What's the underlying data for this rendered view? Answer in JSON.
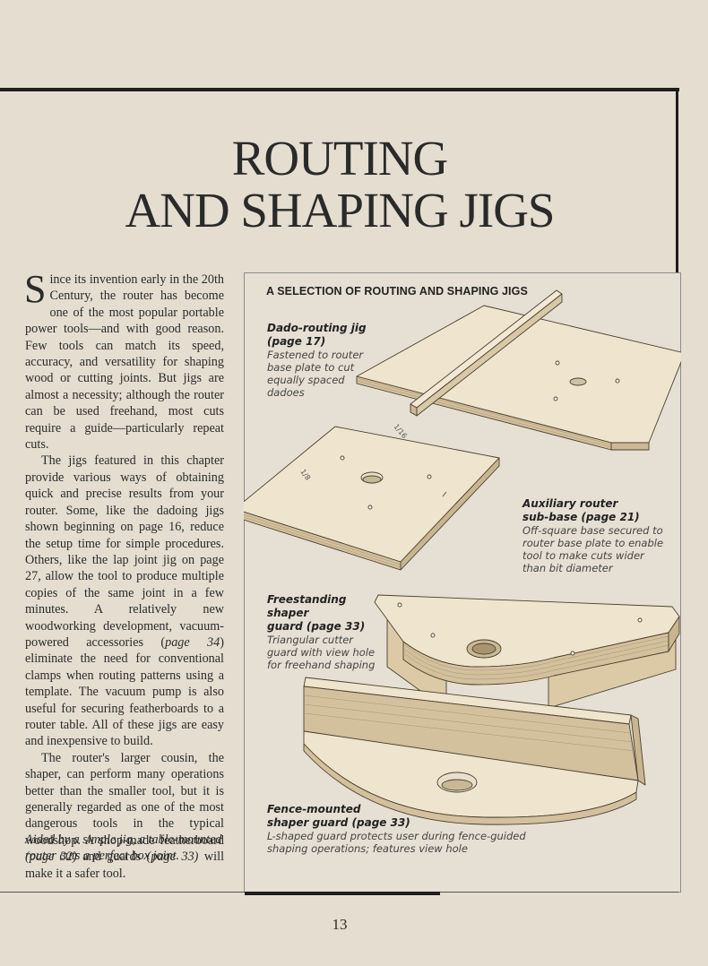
{
  "title": {
    "line1": "ROUTING",
    "line2": "AND SHAPING JIGS"
  },
  "body": {
    "dropcap": "S",
    "p1": "ince its invention early in the 20th Century, the router has become one of the most popular portable power tools—and with good reason. Few tools can match its speed, accuracy, and versatility for shaping wood or cutting joints. But jigs are almost a necessity; although the router can be used freehand, most cuts require a guide—particularly repeat cuts.",
    "p2a": "The jigs featured in this chapter provide various ways of obtaining quick and precise results from your router. Some, like the dadoing jigs shown beginning on page 16, reduce the setup time for simple procedures. Others, like the lap joint jig on page 27, allow the tool to produce multiple copies of the same joint in a few minutes. A relatively new woodworking development, vacuum-powered accessories (",
    "p2_ref": "page 34",
    "p2b": ") eliminate the need for conventional clamps when routing patterns using a template. The vacuum pump is also useful for securing featherboards to a router table. All of these jigs are easy and inexpensive to build.",
    "p3a": "The router's larger cousin, the shaper, can perform many operations better than the smaller tool, but it is generally regarded as one of the most dangerous tools in the typical woodshop. A shop-made featherboard ",
    "p3_ref1": "(page 32)",
    "p3b": " and guards ",
    "p3_ref2": "(page 33)",
    "p3c": " will make it a safer tool."
  },
  "caption": "Aided by a simple jig, a table-mounted router cuts a perfect box joint.",
  "figure": {
    "heading": "A SELECTION OF ROUTING AND SHAPING JIGS",
    "labels": [
      {
        "title": "Dado-routing jig",
        "ref": "(page 17)",
        "desc": "Fastened to router base plate to cut equally spaced dadoes"
      },
      {
        "title": "Auxiliary router",
        "ref": "sub-base (page 21)",
        "desc": "Off-square base secured to router base plate to enable tool to make cuts wider than bit diameter"
      },
      {
        "title": "Freestanding shaper",
        "ref": "guard (page 33)",
        "desc": "Triangular cutter guard with view hole for freehand shaping"
      },
      {
        "title": "Fence-mounted",
        "ref": "shaper guard (page 33)",
        "desc": "L-shaped guard protects user during fence-guided shaping operations; features view hole"
      }
    ],
    "marks": [
      "1/8",
      "1/16"
    ]
  },
  "folio": "13",
  "colors": {
    "paper": "#e4ddd0",
    "wood": "#e9ddc4",
    "wood_edge": "#cdb994",
    "ink": "#2b2b2b"
  }
}
